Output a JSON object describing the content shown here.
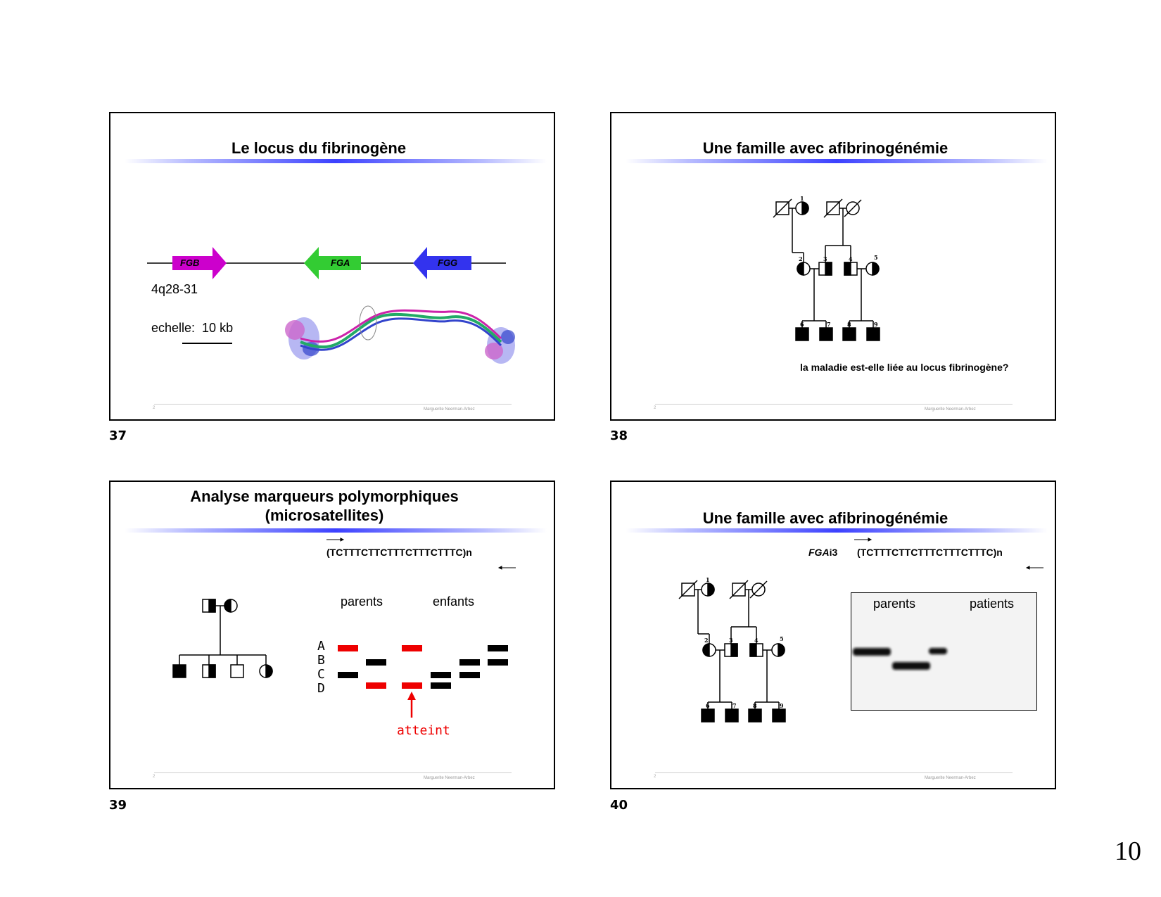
{
  "page_number": "10",
  "footer_author": "Marguerite Neerman-Arbez",
  "footer_mark": "2",
  "slide37": {
    "number": "37",
    "title": "Le locus du fibrinogène",
    "genes": [
      "FGB",
      "FGA",
      "FGG"
    ],
    "gene_colors": [
      "#cc00cc",
      "#33cc33",
      "#3333ee"
    ],
    "locus": "4q28-31",
    "scale_label": "echelle:  10 kb"
  },
  "slide38": {
    "number": "38",
    "title": "Une famille avec afibrinogénémie",
    "question": "la maladie est-elle liée au locus fibrinogène?",
    "pedigree_labels": [
      "1",
      "2",
      "3",
      "4",
      "5",
      "6",
      "7",
      "8",
      "9"
    ]
  },
  "slide39": {
    "number": "39",
    "title_line1": "Analyse marqueurs polymorphiques",
    "title_line2": "(microsatellites)",
    "sequence": "(TCTTTCTTCTTTCTTTCTTTC)n",
    "parents_label": "parents",
    "children_label": "enfants",
    "alleles": [
      "A",
      "B",
      "C",
      "D"
    ],
    "affected_label": "atteint",
    "highlight_color": "#ee0000"
  },
  "slide40": {
    "number": "40",
    "title": "Une famille avec afibrinogénémie",
    "marker_italic": "FGA",
    "marker_suffix": "i3",
    "sequence": "(TCTTTCTTCTTTCTTTCTTTC)n",
    "parents_label": "parents",
    "patients_label": "patients",
    "pedigree_labels": [
      "1",
      "2",
      "3",
      "4",
      "5",
      "6",
      "7",
      "8",
      "9"
    ]
  }
}
